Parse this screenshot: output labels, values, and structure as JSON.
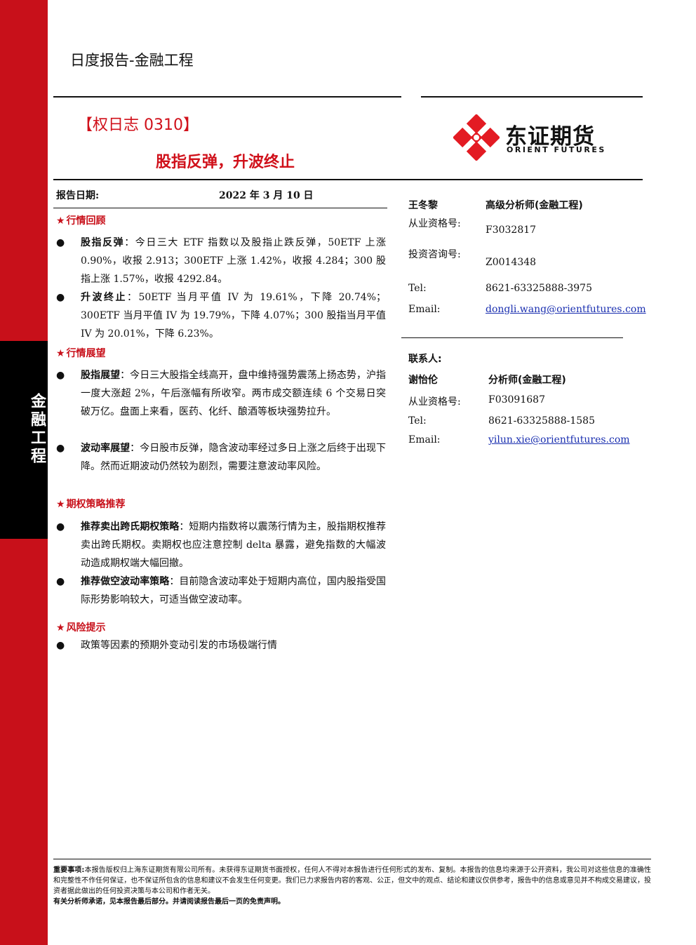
{
  "sidebar": {
    "label": "金融工程"
  },
  "header": {
    "title": "日度报告-金融工程"
  },
  "report": {
    "tag": "【权日志 0310】",
    "headline": "股指反弹，升波终止",
    "date_label": "报告日期:",
    "date_value": "2022 年 3 月 10 日"
  },
  "logo": {
    "name_cn": "东证期货",
    "name_en": "ORIENT FUTURES"
  },
  "sections": [
    {
      "title": "行情回顾",
      "items": [
        {
          "bold": "股指反弹",
          "text": "：今日三大 ETF 指数以及股指止跌反弹，50ETF 上涨 0.90%，收报 2.913；300ETF 上涨 1.42%，收报 4.284；300 股指上涨 1.57%，收报 4292.84。"
        },
        {
          "bold": "升波终止",
          "text": "：50ETF 当月平值 IV 为 19.61%，下降 20.74%；300ETF 当月平值 IV 为 19.79%，下降 4.07%；300 股指当月平值 IV 为 20.01%，下降 6.23%。"
        }
      ]
    },
    {
      "title": "行情展望",
      "items": [
        {
          "bold": "股指展望",
          "text": "：今日三大股指全线高开，盘中维持强势震荡上扬态势，沪指一度大涨超 2%，午后涨幅有所收窄。两市成交额连续 6 个交易日突破万亿。盘面上来看，医药、化纤、酿酒等板块强势拉升。"
        },
        {
          "bold": "波动率展望",
          "text": "：今日股市反弹，隐含波动率经过多日上涨之后终于出现下降。然而近期波动仍然较为剧烈，需要注意波动率风险。"
        }
      ]
    },
    {
      "title": "期权策略推荐",
      "items": [
        {
          "bold": "推荐卖出跨氏期权策略",
          "text": "：短期内指数将以震荡行情为主，股指期权推荐卖出跨氏期权。卖期权也应注意控制 delta 暴露，避免指数的大幅波动造成期权端大幅回撤。"
        },
        {
          "bold": "推荐做空波动率策略",
          "text": "：目前隐含波动率处于短期内高位，国内股指受国际形势影响较大，可适当做空波动率。"
        }
      ]
    },
    {
      "title": "风险提示",
      "items": [
        {
          "bold": "",
          "text": "政策等因素的预期外变动引发的市场极端行情"
        }
      ]
    }
  ],
  "analyst": {
    "name": "王冬黎",
    "title": "高级分析师(金融工程)",
    "cert_label": "从业资格号:",
    "cert": "F3032817",
    "consult_label": "投资咨询号:",
    "consult": "Z0014348",
    "tel_label": "Tel:",
    "tel": "8621-63325888-3975",
    "email_label": "Email:",
    "email": "dongli.wang@orientfutures.com"
  },
  "contact": {
    "heading": "联系人:",
    "name": "谢怡伦",
    "title": "分析师(金融工程)",
    "cert_label": "从业资格号:",
    "cert": "F03091687",
    "tel_label": "Tel:",
    "tel": "8621-63325888-1585",
    "email_label": "Email:",
    "email": "yilun.xie@orientfutures.com"
  },
  "disclaimer": {
    "lead": "重要事项:",
    "body": "本报告版权归上海东证期货有限公司所有。未获得东证期货书面授权，任何人不得对本报告进行任何形式的发布、复制。本报告的信息均来源于公开资料，我公司对这些信息的准确性和完整性不作任何保证，也不保证所包含的信息和建议不会发生任何变更。我们已力求报告内容的客观、公正，但文中的观点、结论和建议仅供参考，报告中的信息或意见并不构成交易建议，投资者据此做出的任何投资决策与本公司和作者无关。",
    "footer": "有关分析师承诺，见本报告最后部分。并请阅读报告最后一页的免责声明。"
  }
}
